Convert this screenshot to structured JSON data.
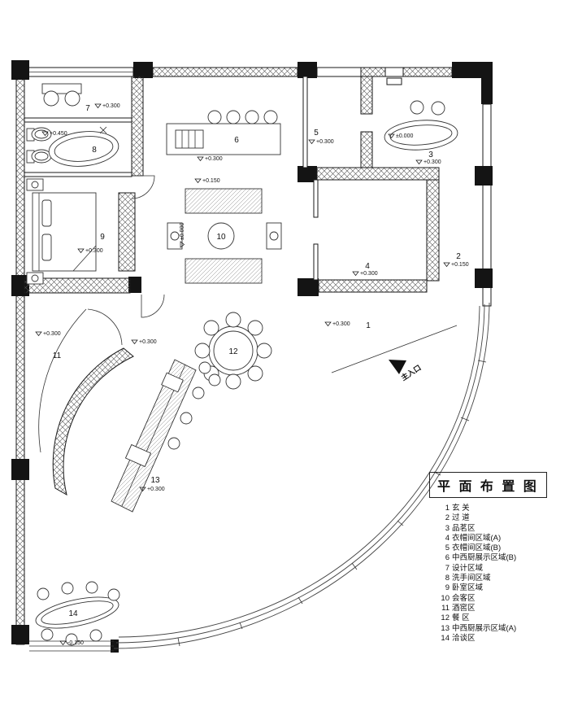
{
  "title": "平 面 布 置 图",
  "legend": {
    "items": [
      {
        "num": "1",
        "label": "玄 关"
      },
      {
        "num": "2",
        "label": "过 道"
      },
      {
        "num": "3",
        "label": "品茗区"
      },
      {
        "num": "4",
        "label": "衣帽间区域(A)"
      },
      {
        "num": "5",
        "label": "衣帽间区域(B)"
      },
      {
        "num": "6",
        "label": "中西厨展示区域(B)"
      },
      {
        "num": "7",
        "label": "设计区域"
      },
      {
        "num": "8",
        "label": "洗手间区域"
      },
      {
        "num": "9",
        "label": "卧室区域"
      },
      {
        "num": "10",
        "label": "会客区"
      },
      {
        "num": "11",
        "label": "酒窖区"
      },
      {
        "num": "12",
        "label": "餐 区"
      },
      {
        "num": "13",
        "label": "中西厨展示区域(A)"
      },
      {
        "num": "14",
        "label": "洽谈区"
      }
    ]
  },
  "plan": {
    "entrance": "主入口",
    "rooms": {
      "r1": "1",
      "r2": "2",
      "r3": "3",
      "r4": "4",
      "r5": "5",
      "r6": "6",
      "r7": "7",
      "r8": "8",
      "r9": "9",
      "r10": "10",
      "r11": "11",
      "r12": "12",
      "r13": "13",
      "r14": "14"
    },
    "elevations": {
      "e1": "+0.300",
      "e2": "+0.150",
      "e3": "+0.300",
      "e3d": "±0.000",
      "e4": "+0.300",
      "e5": "+0.300",
      "e6": "+0.300",
      "e7": "+0.300",
      "e8": "+0.450",
      "e9": "+0.300",
      "e10s": "+0.150",
      "e10d": "±0.000",
      "e11": "+0.300",
      "e12": "+0.300",
      "e13": "+0.300",
      "e14": "-0.150"
    }
  }
}
